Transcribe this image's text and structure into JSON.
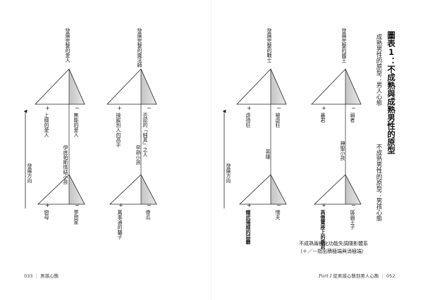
{
  "left_page": {
    "folio": {
      "number": "033",
      "sep": "｜",
      "chapter": "男孩心態"
    },
    "growth_direction": "發展方向",
    "columns": [
      {
        "mature": "發展完整的愛人",
        "plus_shadow": "上癮的愛人",
        "minus_shadow": "無能的愛人",
        "middle": "伊底帕斯情結小孩",
        "immature_plus": "戀母",
        "immature_minus": "夢想家"
      },
      {
        "mature": "發展完整的魔法師",
        "plus_shadow": "操縱別人的高手",
        "minus_shadow": "否認的「純真」之人",
        "middle": "早熟小孩",
        "immature_plus": "萬事通的騙子",
        "immature_minus": "傻瓜"
      }
    ]
  },
  "right_page": {
    "folio": {
      "part": "Part I",
      "title": "從男孩心態到男人心態",
      "sep": "｜",
      "number": "052"
    },
    "figure_title": "圖表1：不成熟與成熟男性的原型",
    "mature_label": "成熟男性的原型：男人心態",
    "immature_label": "不成熟男性的原型：男孩心態",
    "growth_direction": "發展方向",
    "caption_line1": "不成熟兩極化功能失調隱影體系",
    "caption_line2": "（＋／－指出積極端與消極端）",
    "columns": [
      {
        "mature": "發展完整的戰士",
        "plus_shadow": "虐待狂",
        "minus_shadow": "被虐狂",
        "middle": "英雄",
        "immature_plus": "耀武揚威的惡霸",
        "immature_minus": "懦夫"
      },
      {
        "mature": "發展完整的國王",
        "plus_shadow": "暴君",
        "minus_shadow": "弱者",
        "middle": "神聖小孩",
        "immature_plus": "高傲寶座上的暴君",
        "immature_minus": "孱弱王子"
      }
    ]
  },
  "signs": {
    "plus": "+",
    "minus": "−"
  },
  "colors": {
    "ink": "#222222",
    "shadow": "#c8c8c8",
    "paper": "#ffffff"
  }
}
